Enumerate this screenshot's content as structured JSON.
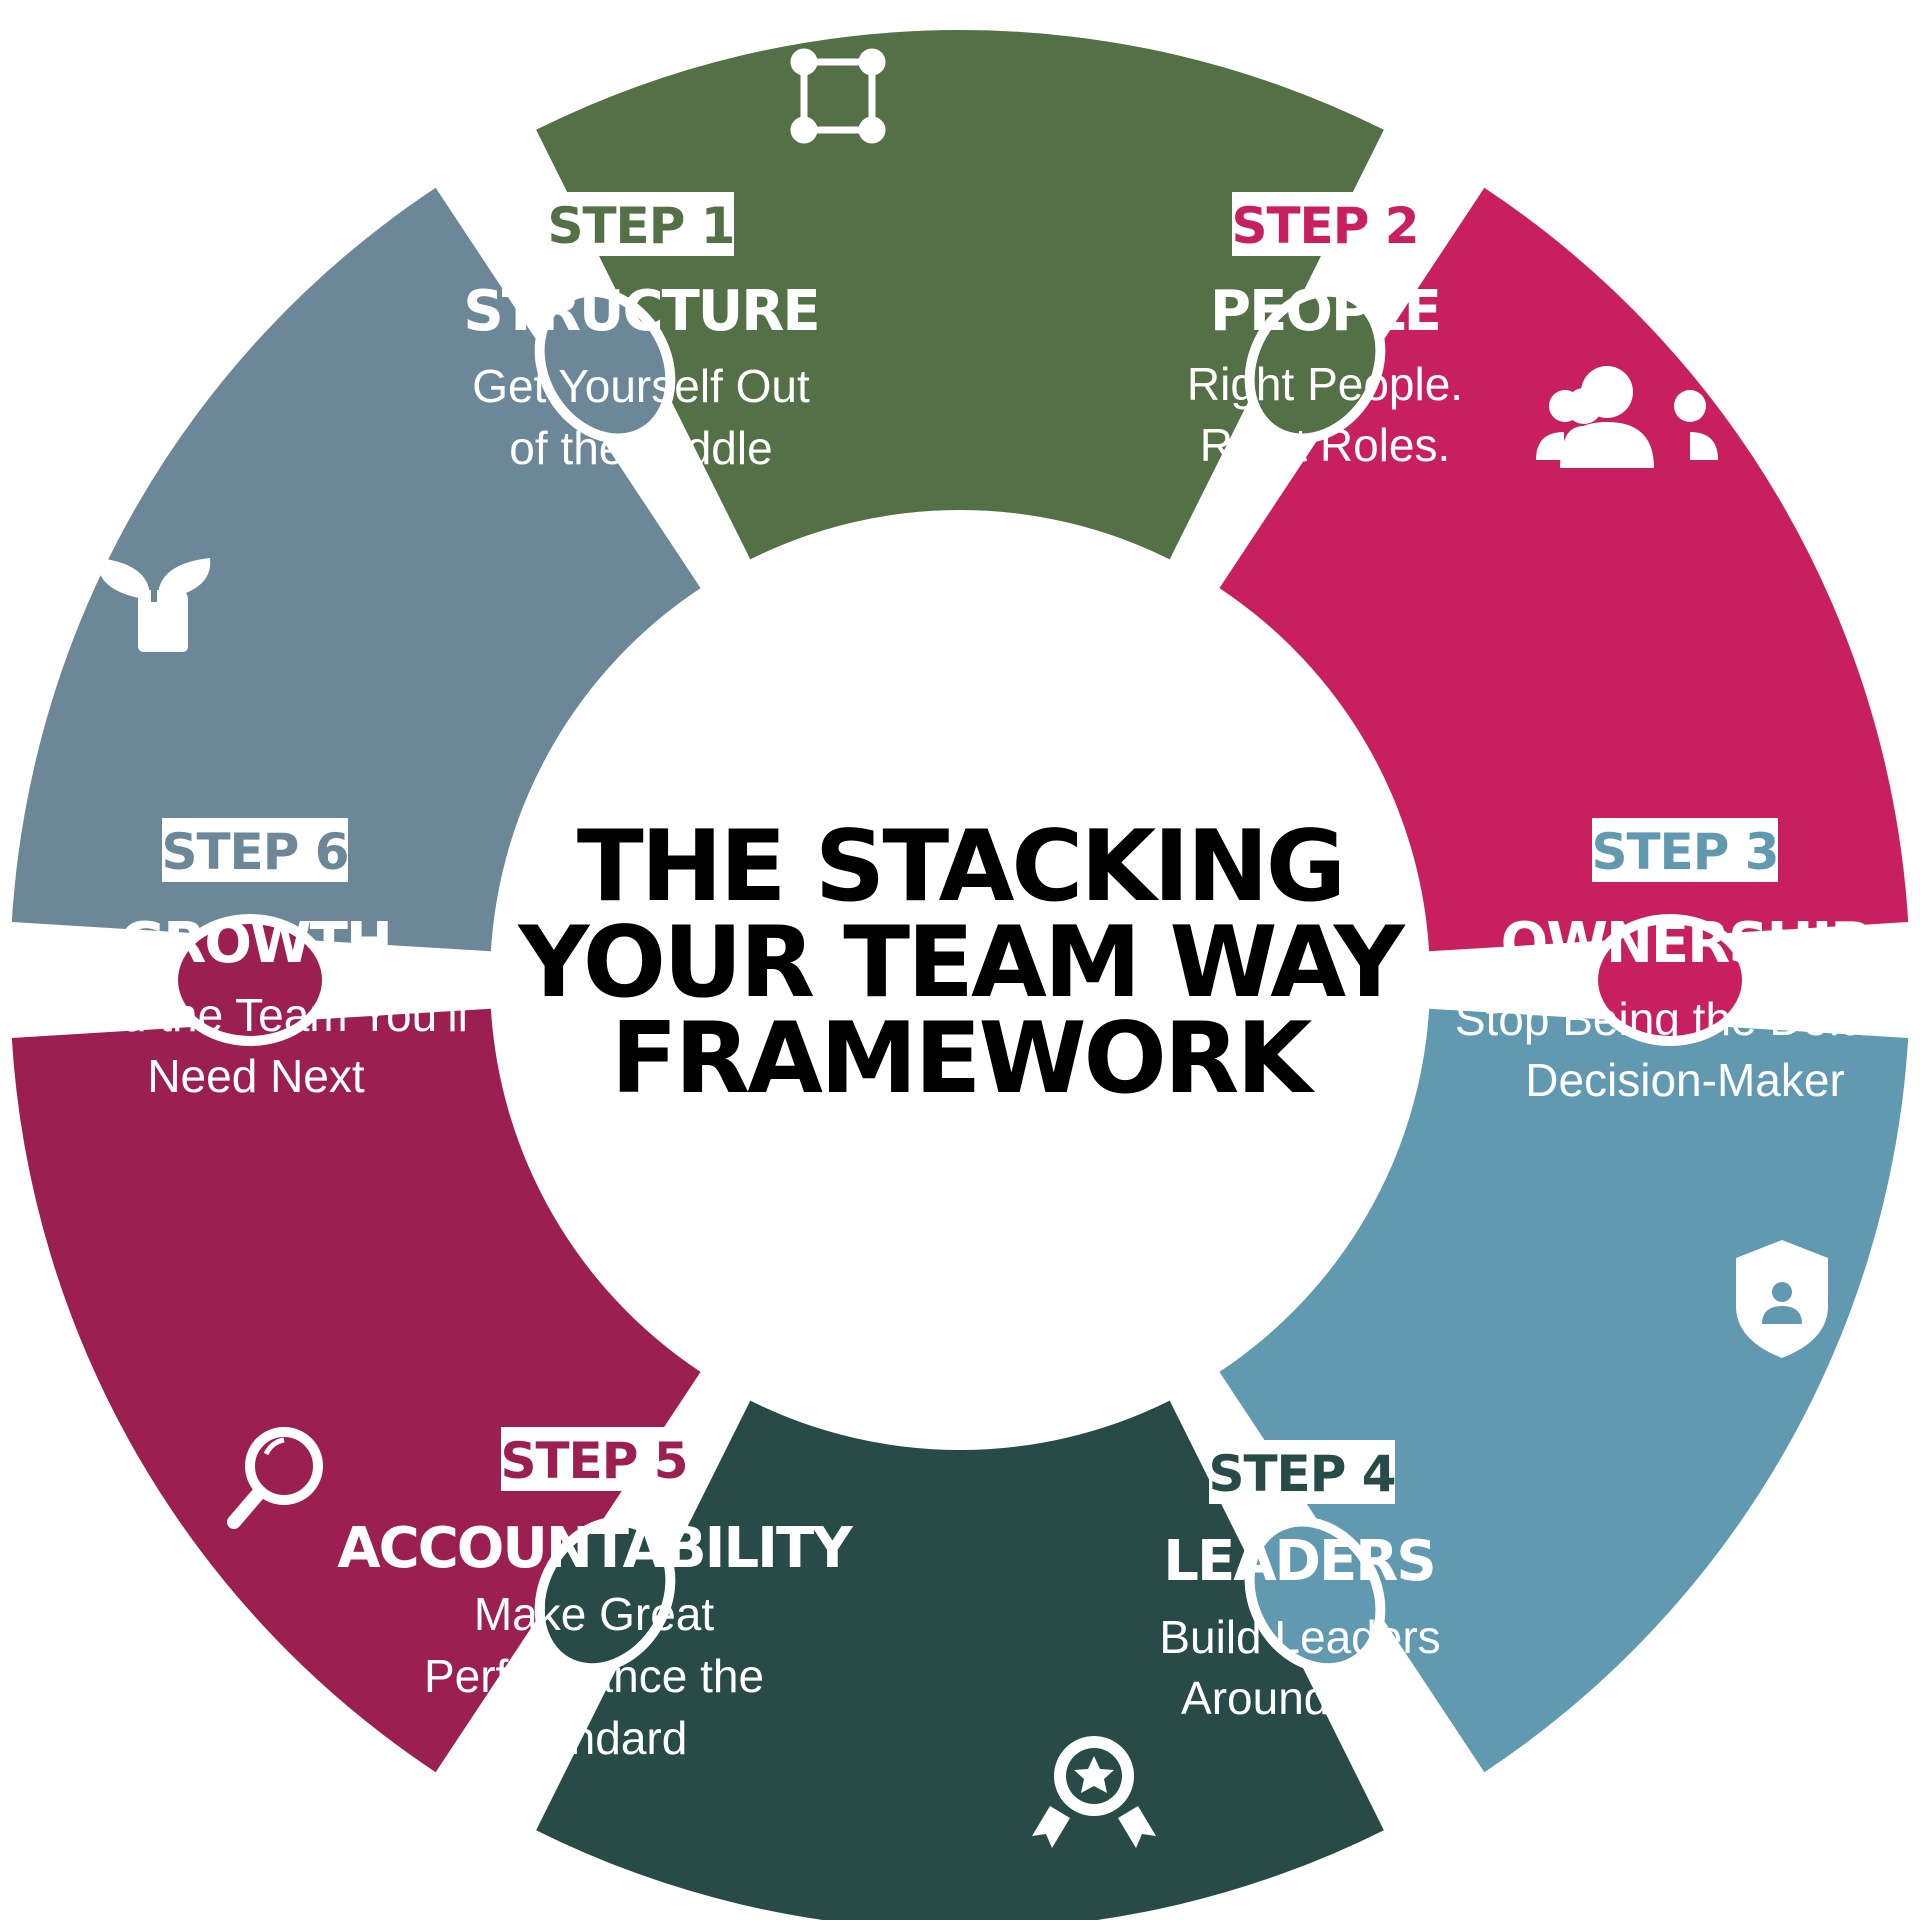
{
  "title": {
    "lines": [
      "THE STACKING",
      "YOUR TEAM WAY",
      "FRAMEWORK"
    ]
  },
  "steps": [
    {
      "step": "STEP 1",
      "name": "STRUCTURE",
      "desc": [
        "Get Yourself Out",
        "of the Middle"
      ],
      "color": "#547046",
      "icon": "square-nodes-icon"
    },
    {
      "step": "STEP 2",
      "name": "PEOPLE",
      "desc": [
        "Right People.",
        "Right Roles."
      ],
      "color": "#c8205e",
      "icon": "group-people-icon"
    },
    {
      "step": "STEP 3",
      "name": "OWNERSHIP",
      "desc": [
        "Stop Being the Default",
        "Decision-Maker"
      ],
      "color": "#6199b1",
      "icon": "shield-user-icon"
    },
    {
      "step": "STEP 4",
      "name": "LEADERS",
      "desc": [
        "Build Leaders",
        "Around You"
      ],
      "color": "#284b48",
      "icon": "award-ribbon-icon"
    },
    {
      "step": "STEP 5",
      "name": "ACCOUNTABILITY",
      "desc": [
        "Make Great",
        "Performance the",
        "Standard"
      ],
      "color": "#9b1f51",
      "icon": "magnifier-icon"
    },
    {
      "step": "STEP 6",
      "name": "GROWTH",
      "desc": [
        "Build the Team You’ll",
        "Need Next"
      ],
      "color": "#6c8898",
      "icon": "plant-sprout-icon"
    }
  ]
}
